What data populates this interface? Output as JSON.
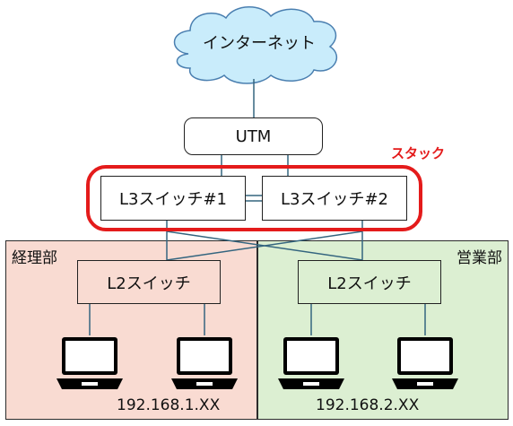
{
  "internet": {
    "label": "インターネット"
  },
  "utm": {
    "label": "UTM"
  },
  "stack": {
    "label": "スタック"
  },
  "l3": [
    {
      "label": "L3スイッチ#1"
    },
    {
      "label": "L3スイッチ#2"
    }
  ],
  "zones": [
    {
      "label": "経理部",
      "l2_label": "L2スイッチ",
      "subnet": "192.168.1.XX"
    },
    {
      "label": "営業部",
      "l2_label": "L2スイッチ",
      "subnet": "192.168.2.XX"
    }
  ],
  "colors": {
    "cloud_fill": "#c9ecfb",
    "cloud_stroke": "#4a7fb0",
    "line": "#34657f",
    "stack_ring": "#e41b1b",
    "zone_left": "#f9dbd2",
    "zone_right": "#dcefd2"
  },
  "icons": {
    "pc": "laptop-icon",
    "cloud": "cloud-icon"
  }
}
